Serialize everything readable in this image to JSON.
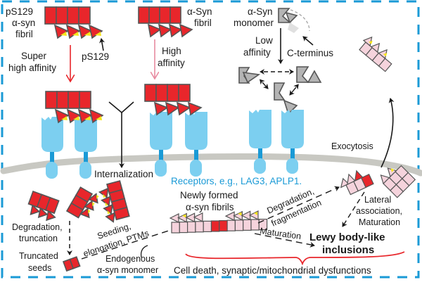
{
  "figure": {
    "type": "mechanism-diagram",
    "colors": {
      "fibril_red": "#e8262b",
      "fibril_pink": "#f5d3dc",
      "phospho_yellow": "#f7e61a",
      "monomer_gray": "#b4b4b4",
      "receptor_blue": "#7ccff0",
      "border_blue": "#1a9ad6",
      "membrane_gray": "#c8c8c2",
      "arrow_red": "#e8262b",
      "arrow_pink": "#e88aa0"
    }
  },
  "top": {
    "pS129_fibril": {
      "line1": "pS129",
      "line2": "α-syn",
      "line3": "fibril",
      "site_label": "pS129"
    },
    "super_affinity": {
      "line1": "Super",
      "line2": "high affinity"
    },
    "syn_fibril": {
      "line1": "α-Syn",
      "line2": "fibril"
    },
    "high_affinity": {
      "line1": "High",
      "line2": "affinity"
    },
    "monomer": {
      "line1": "α-Syn",
      "line2": "monomer"
    },
    "low_affinity": {
      "line1": "Low",
      "line2": "affinity"
    },
    "c_terminus": "C-terminus"
  },
  "middle": {
    "internalization": "Internalization",
    "receptors": "Receptors, e.g., LAG3, APLP1.",
    "exocytosis": "Exocytosis"
  },
  "bottom": {
    "degradation_truncation": {
      "line1": "Degradation,",
      "line2": "truncation"
    },
    "truncated_seeds": {
      "line1": "Truncated",
      "line2": "seeds"
    },
    "seeding": {
      "line1": "Seeding,",
      "line2": "elongation, PTMs"
    },
    "endogenous": {
      "line1": "Endogenous",
      "line2": "α-syn monomer"
    },
    "newly_formed": {
      "line1": "Newly formed",
      "line2": "α-syn fibrils"
    },
    "degradation_fragmentation": {
      "line1": "Degradation,",
      "line2": "fragmentation"
    },
    "maturation": "Maturation",
    "lateral": {
      "line1": "Lateral",
      "line2": "association,",
      "line3": "Maturation"
    },
    "lewy": {
      "line1": "Lewy body-like",
      "line2": "inclusions"
    },
    "outcome": "Cell death, synaptic/mitochondrial dysfunctions"
  }
}
